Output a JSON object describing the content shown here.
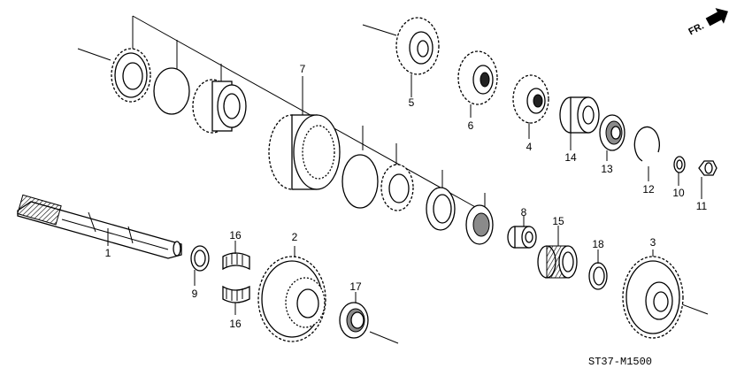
{
  "direction_badge": {
    "label": "FR.",
    "icon": "arrow-right-icon"
  },
  "diagram_code": "ST37-M1500",
  "callouts": {
    "p1": "1",
    "p2": "2",
    "p3": "3",
    "p4": "4",
    "p5": "5",
    "p6": "6",
    "p7": "7",
    "p8": "8",
    "p9": "9",
    "p10": "10",
    "p11": "11",
    "p12": "12",
    "p13": "13",
    "p14": "14",
    "p15": "15",
    "p16a": "16",
    "p16b": "16",
    "p17": "17",
    "p18": "18"
  }
}
